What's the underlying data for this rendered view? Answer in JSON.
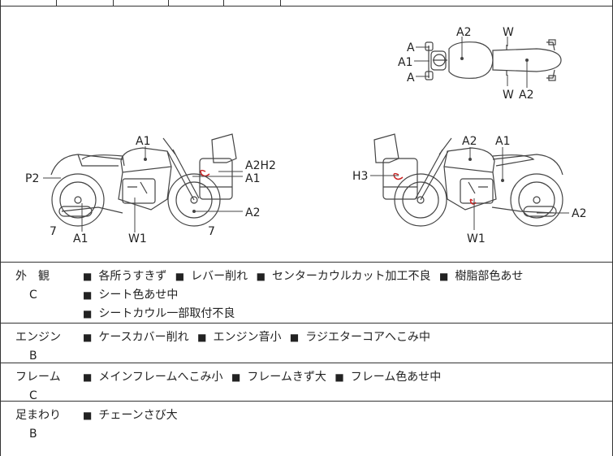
{
  "diagram": {
    "top_view": {
      "labels": [
        "A2",
        "W",
        "A",
        "A1",
        "A",
        "W",
        "A2"
      ]
    },
    "left_side": {
      "labels": [
        "A1",
        "A2H2",
        "A1",
        "P2",
        "A2",
        "7",
        "A1",
        "W1",
        "7"
      ]
    },
    "right_side": {
      "labels": [
        "A2",
        "A1",
        "H3",
        "A2",
        "W1"
      ]
    },
    "damage_mark_color": "#cc2222"
  },
  "sections": [
    {
      "name": "外　観",
      "grade": "C",
      "items": [
        "各所うすきず",
        "レバー削れ",
        "センターカウルカット加工不良",
        "樹脂部色あせ",
        "シート色あせ中",
        "シートカウル一部取付不良"
      ]
    },
    {
      "name": "エンジン",
      "grade": "B",
      "items": [
        "ケースカバー削れ",
        "エンジン音小",
        "ラジエターコアへこみ中"
      ]
    },
    {
      "name": "フレーム",
      "grade": "C",
      "items": [
        "メインフレームへこみ小",
        "フレームきず大",
        "フレーム色あせ中"
      ]
    },
    {
      "name": "足まわり",
      "grade": "B",
      "items": [
        "チェーンさび大"
      ]
    }
  ]
}
